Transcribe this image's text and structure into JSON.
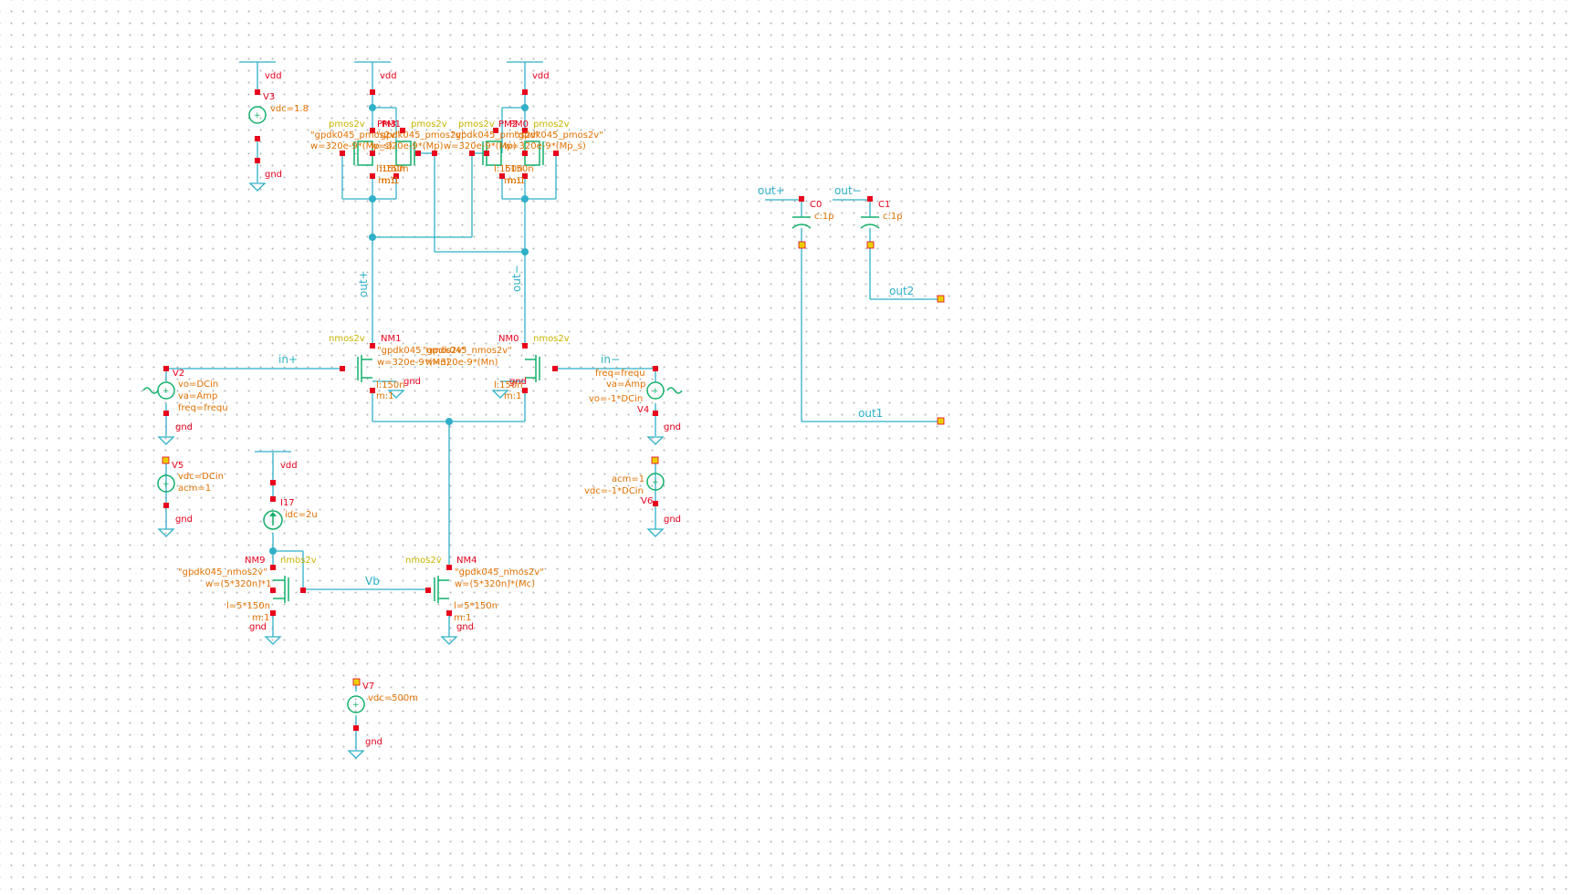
{
  "schematic": {
    "power": {
      "vdd": "vdd",
      "gnd": "gnd"
    },
    "sources": {
      "V3": {
        "name": "V3",
        "param1": "vdc=1.8"
      },
      "V2": {
        "name": "V2",
        "param1": "vo=DCin",
        "param2": "va=Amp",
        "param3": "freq=frequ"
      },
      "V4": {
        "name": "V4",
        "param1": "freq=frequ",
        "param2": "va=Amp",
        "param3": "vo=-1*DCin"
      },
      "V5": {
        "name": "V5",
        "param1": "vdc=DCin",
        "param2": "acm=1"
      },
      "V6": {
        "name": "V6",
        "param1": "acm=1",
        "param2": "vdc=-1*DCin"
      },
      "V7": {
        "name": "V7",
        "param1": "vdc=500m"
      },
      "I17": {
        "name": "I17",
        "param1": "idc=2u"
      }
    },
    "transistors": {
      "PM3": {
        "name": "PM3",
        "type": "pmos2v",
        "model": "\"gpdk045_pmos2v\"",
        "w": "w=320e-9*(Mp_s)",
        "l": "l:150n",
        "m": "m:1"
      },
      "PM1": {
        "name": "PM1",
        "type": "pmos2v",
        "model": "\"gpdk045_pmos2v\"",
        "w": "w=320e-9*(Mp)",
        "l": "l:150n",
        "m": "m:1"
      },
      "PM2": {
        "name": "PM2",
        "type": "pmos2v",
        "model": "\"gpdk045_pmos2v\"",
        "w": "w=320e-9*(Mp)",
        "l": "l:150n",
        "m": "m:1"
      },
      "PM0": {
        "name": "PM0",
        "type": "pmos2v",
        "model": "\"gpdk045_pmos2v\"",
        "w": "w=320e-9*(Mp_s)",
        "l": "l:150n",
        "m": "m:1"
      },
      "NM1": {
        "name": "NM1",
        "type": "nmos2v",
        "model": "\"gpdk045_nmos2v\"",
        "w": "w=320e-9*(Mn)",
        "l": "l:150n",
        "m": "m:1"
      },
      "NM0": {
        "name": "NM0",
        "type": "nmos2v",
        "model": "\"gpdk045_nmos2v\"",
        "w": "w=320e-9*(Mn)",
        "l": "l:150n",
        "m": "m:1"
      },
      "NM9": {
        "name": "NM9",
        "type": "nmos2v",
        "model": "\"gpdk045_nmos2v\"",
        "w": "w=(5*320n)*1",
        "l": "l=5*150n",
        "m": "m:1"
      },
      "NM4": {
        "name": "NM4",
        "type": "nmos2v",
        "model": "\"gpdk045_nmos2v\"",
        "w": "w=(5*320n)*(Mc)",
        "l": "l=5*150n",
        "m": "m:1"
      }
    },
    "capacitors": {
      "C0": {
        "name": "C0",
        "value": "c:1p"
      },
      "C1": {
        "name": "C1",
        "value": "c:1p"
      }
    },
    "nets": {
      "out_plus": "out+",
      "out_minus": "out−",
      "in_plus": "in+",
      "in_minus": "in−",
      "vb": "Vb",
      "out1": "out1",
      "out2": "out2"
    }
  }
}
